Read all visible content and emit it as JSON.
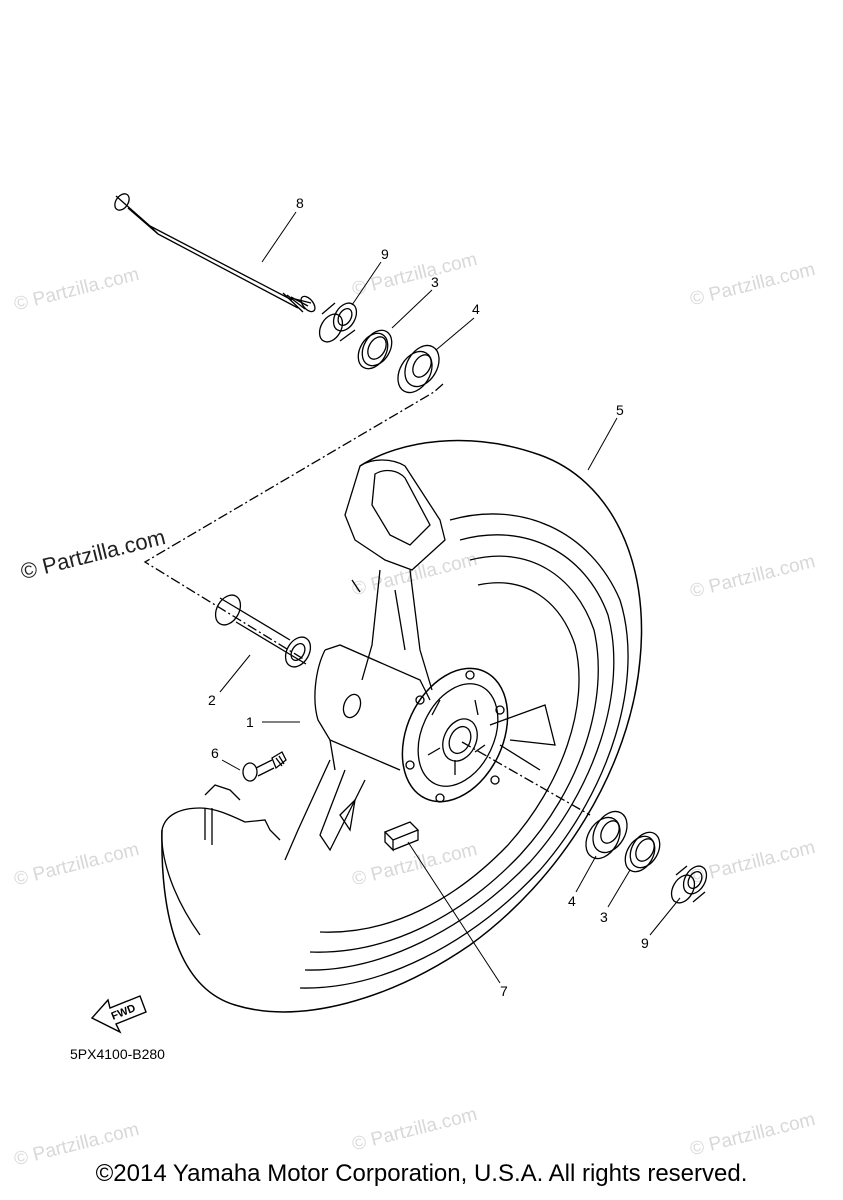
{
  "watermark": {
    "text": "© Partzilla.com"
  },
  "diagram_code": "5PX4100-B280",
  "copyright": "©2014 Yamaha Motor Corporation, U.S.A. All rights reserved.",
  "fwd_label": "FWD",
  "callouts": {
    "c1": "1",
    "c2": "2",
    "c3_top": "3",
    "c3_bottom": "3",
    "c4_top": "4",
    "c4_bottom": "4",
    "c5": "5",
    "c6": "6",
    "c7": "7",
    "c8": "8",
    "c9_top": "9",
    "c9_bottom": "9"
  }
}
